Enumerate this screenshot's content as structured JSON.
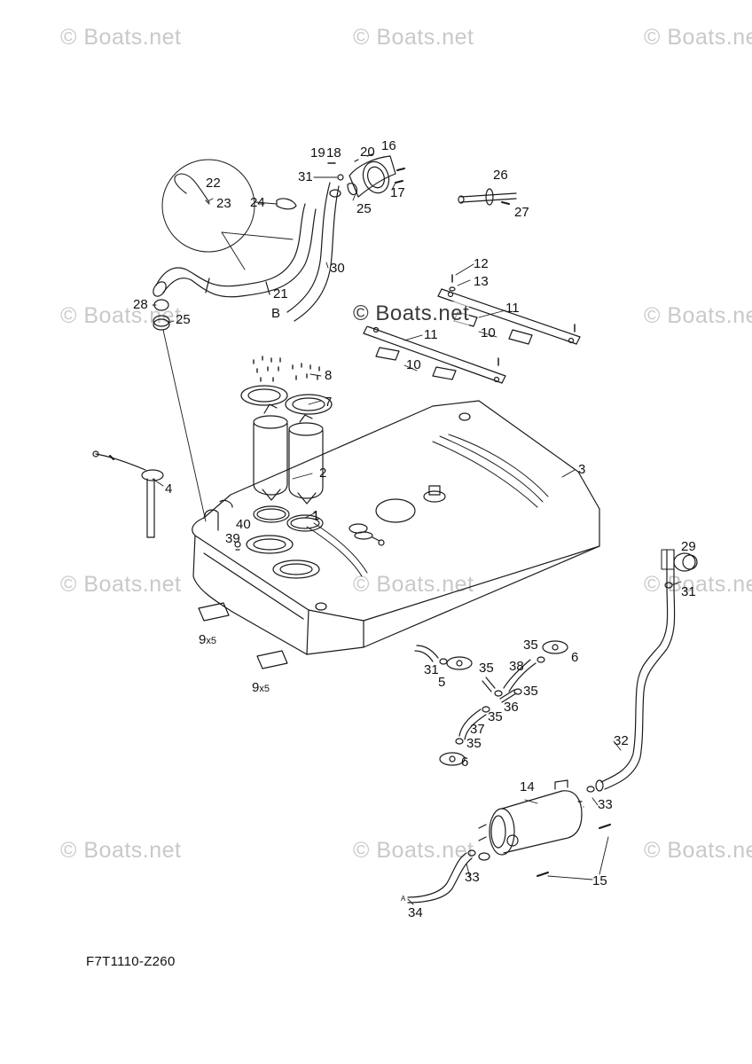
{
  "watermarks": [
    "© Boats.net",
    "© Boats.net",
    "© Boats.net",
    "© Boats.net",
    "© Boats.net",
    "© Boats.net",
    "© Boats.net",
    "© Boats.net",
    "© Boats.net",
    "© Boats.net",
    "© Boats.net",
    "© Boats.net"
  ],
  "center_watermark": "© Boats.net",
  "callouts": {
    "p1": "1",
    "p2": "2",
    "p3": "3",
    "p4": "4",
    "p5": "5",
    "p6a": "6",
    "p6b": "6",
    "p7": "7",
    "p8": "8",
    "p9a": "9",
    "p9b": "9",
    "p9_qty": "x5",
    "p10a": "10",
    "p10b": "10",
    "p11a": "11",
    "p11b": "11",
    "p12": "12",
    "p13": "13",
    "p14": "14",
    "p15": "15",
    "p16": "16",
    "p17": "17",
    "p18": "18",
    "p19": "19",
    "p20": "20",
    "p21": "21",
    "p22": "22",
    "p23": "23",
    "p24": "24",
    "p25a": "25",
    "p25b": "25",
    "p26": "26",
    "p27": "27",
    "p28": "28",
    "p29": "29",
    "p30": "30",
    "p31a": "31",
    "p31b": "31",
    "p31c": "31",
    "p32": "32",
    "p33a": "33",
    "p33b": "33",
    "p34": "34",
    "p35a": "35",
    "p35b": "35",
    "p35c": "35",
    "p35d": "35",
    "p35e": "35",
    "p36": "36",
    "p37": "37",
    "p38": "38",
    "p39": "39",
    "p40": "40",
    "refB": "B",
    "refA": "A"
  },
  "diagram_code": "F7T1110-Z260",
  "colors": {
    "line": "#1a1a1a",
    "watermark": "#c9c9c9",
    "background": "#ffffff"
  }
}
